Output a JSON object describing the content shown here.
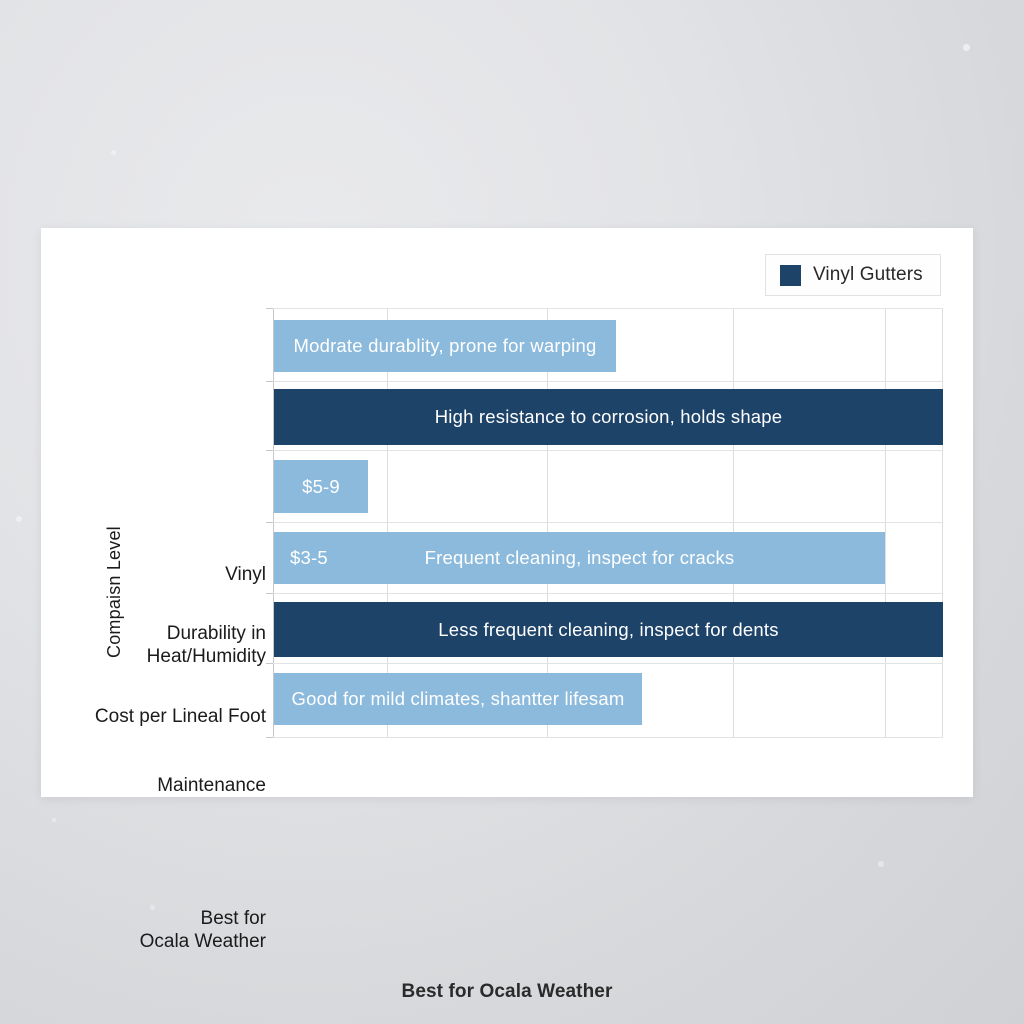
{
  "chart_data": {
    "type": "bar",
    "orientation": "horizontal",
    "title": "",
    "xlabel": "Best for Ocala Weather",
    "ylabel": "Compaisn Level",
    "grid": true,
    "legend_position": "top-right",
    "legend": [
      {
        "label": "Vinyl Gutters",
        "color": "#1e4369"
      }
    ],
    "colors": {
      "light": "#8cbadc",
      "dark": "#1e4369",
      "card_background": "#ffffff",
      "page_background": "#dcdee1",
      "gridline": "#dddddd",
      "axis": "#c8c8c8",
      "text": "#1b1b1b"
    },
    "categories": [
      "Vinyl",
      "Durability in\nHeat/Humidity",
      "Cost per Lineal Foot",
      "Maintenance",
      "",
      "Best for\nOcala Weather"
    ],
    "bars": [
      {
        "category": "Vinyl",
        "series": "light",
        "color": "#8cbadc",
        "value": 0.51,
        "label": "Modrate durablity, prone for warping",
        "lead_label": ""
      },
      {
        "category": "Durability in Heat/Humidity",
        "series": "dark",
        "color": "#1e4369",
        "value": 1.0,
        "label": "High resistance to corrosion, holds shape",
        "lead_label": ""
      },
      {
        "category": "Cost per Lineal Foot",
        "series": "light",
        "color": "#8cbadc",
        "value": 0.14,
        "label": "$5-9",
        "lead_label": ""
      },
      {
        "category": "Maintenance",
        "series": "light",
        "color": "#8cbadc",
        "value": 0.912,
        "label": "Frequent cleaning, inspect for cracks",
        "lead_label": "$3-5"
      },
      {
        "category": "",
        "series": "dark",
        "color": "#1e4369",
        "value": 1.0,
        "label": "Less frequent cleaning, inspect for dents",
        "lead_label": ""
      },
      {
        "category": "Best for Ocala Weather",
        "series": "light",
        "color": "#8cbadc",
        "value": 0.549,
        "label": "Good for mild climates, shantter lifesam",
        "lead_label": ""
      }
    ]
  }
}
